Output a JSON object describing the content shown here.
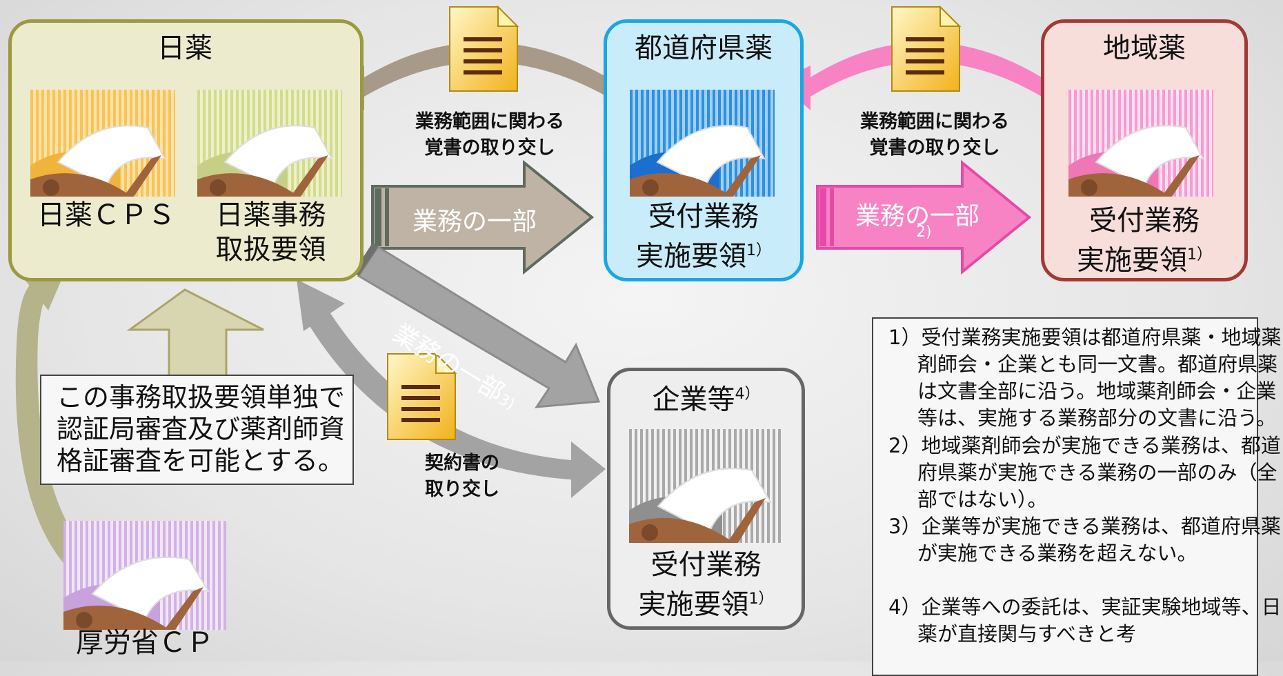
{
  "colors": {
    "nichiyaku_fill": "#ecebce",
    "nichiyaku_border": "#9a9a3e",
    "pref_fill": "#c9ecfb",
    "pref_border": "#1aa6e2",
    "region_fill": "#f7dedb",
    "region_border": "#a03a33",
    "company_fill": "#eeeeee",
    "company_border": "#666666",
    "brown_arrow": "#a89a88",
    "pink_arrow": "#f783c4",
    "gray_arrow": "#a3a3a3",
    "olive_arrow": "#b5b38a"
  },
  "nodes": {
    "nichiyaku": {
      "title": "日薬",
      "cps_label": "日薬ＣＰＳ",
      "jimu_line1": "日薬事務",
      "jimu_line2": "取扱要領"
    },
    "pref": {
      "title": "都道府県薬",
      "line1": "受付業務",
      "line2": "実施要領",
      "sup": "1）"
    },
    "region": {
      "title": "地域薬",
      "line1": "受付業務",
      "line2": "実施要領",
      "sup": "1）"
    },
    "company": {
      "title": "企業等",
      "title_sup": "4）",
      "line1": "受付業務",
      "line2": "実施要領",
      "sup": "1）"
    },
    "mhlw": {
      "label": "厚労省ＣＰ"
    }
  },
  "labels": {
    "memo1_line1": "業務範囲に関わる",
    "memo1_line2": "覚書の取り交し",
    "memo2_line1": "業務範囲に関わる",
    "memo2_line2": "覚書の取り交し",
    "contract_line1": "契約書の",
    "contract_line2": "取り交し",
    "part1": "業務の一部",
    "part2": "業務の一部",
    "part2_sup": "2)",
    "part3": "業務の一部",
    "part3_sup": "3)"
  },
  "callout": {
    "line1": "この事務取扱要領単独で",
    "line2": "認証局審査及び薬剤師資",
    "line3": "格証審査を可能とする。"
  },
  "notes": [
    "1）受付業務実施要領は都道府県薬・地域薬剤師会・企業とも同一文書。都道府県薬は文書全部に沿う。地域薬剤師会・企業等は、実施する業務部分の文書に沿う。",
    "2）地域薬剤師会が実施できる業務は、都道府県薬が実施できる業務の一部のみ（全部ではない）。",
    "3）企業等が実施できる業務は、都道府県薬が実施できる業務を超えない。",
    "4）企業等への委託は、実証実験地域等、日薬が直接関与すべきと考"
  ]
}
